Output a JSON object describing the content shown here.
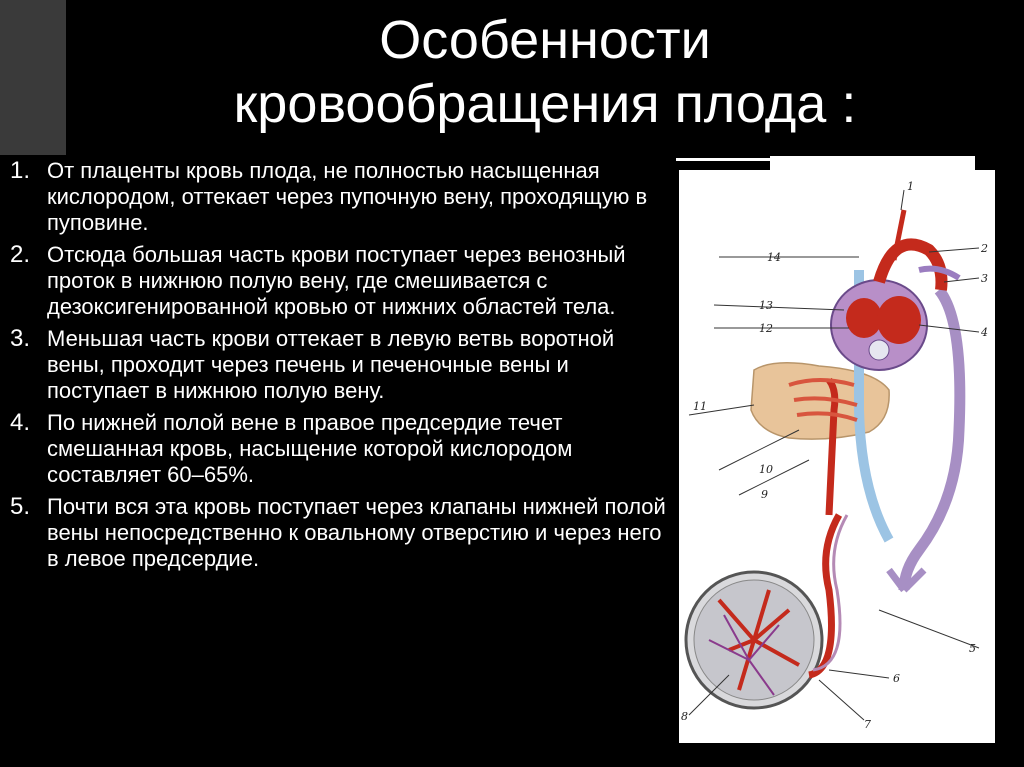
{
  "title": {
    "line1": "Особенности",
    "line2": "кровообращения плода :"
  },
  "points": [
    {
      "num": "1.",
      "text": "От плаценты кровь плода, не полностью насыщенная кислородом, оттекает через пупочную вену, проходящую в пуповине."
    },
    {
      "num": "2.",
      "text": "Отсюда большая часть крови поступает через венозный проток в нижнюю полую вену, где смешивается с дезоксигенированной кровью от нижних областей тела."
    },
    {
      "num": "3.",
      "text": "Меньшая часть крови оттекает в левую ветвь воротной вены, проходит через печень и печеночные вены и поступает в нижнюю полую вену."
    },
    {
      "num": "4.",
      "text": "По нижней полой вене в правое предсердие течет смешанная кровь, насыщение которой кислородом составляет 60–65%."
    },
    {
      "num": "5.",
      "text": "Почти вся эта кровь поступает через клапаны нижней полой вены непосредственно к овальному отверстию и через него в левое предсердие."
    }
  ],
  "diagram": {
    "labels": [
      "1",
      "2",
      "3",
      "4",
      "5",
      "6",
      "7",
      "8",
      "9",
      "10",
      "11",
      "12",
      "13",
      "14"
    ]
  }
}
